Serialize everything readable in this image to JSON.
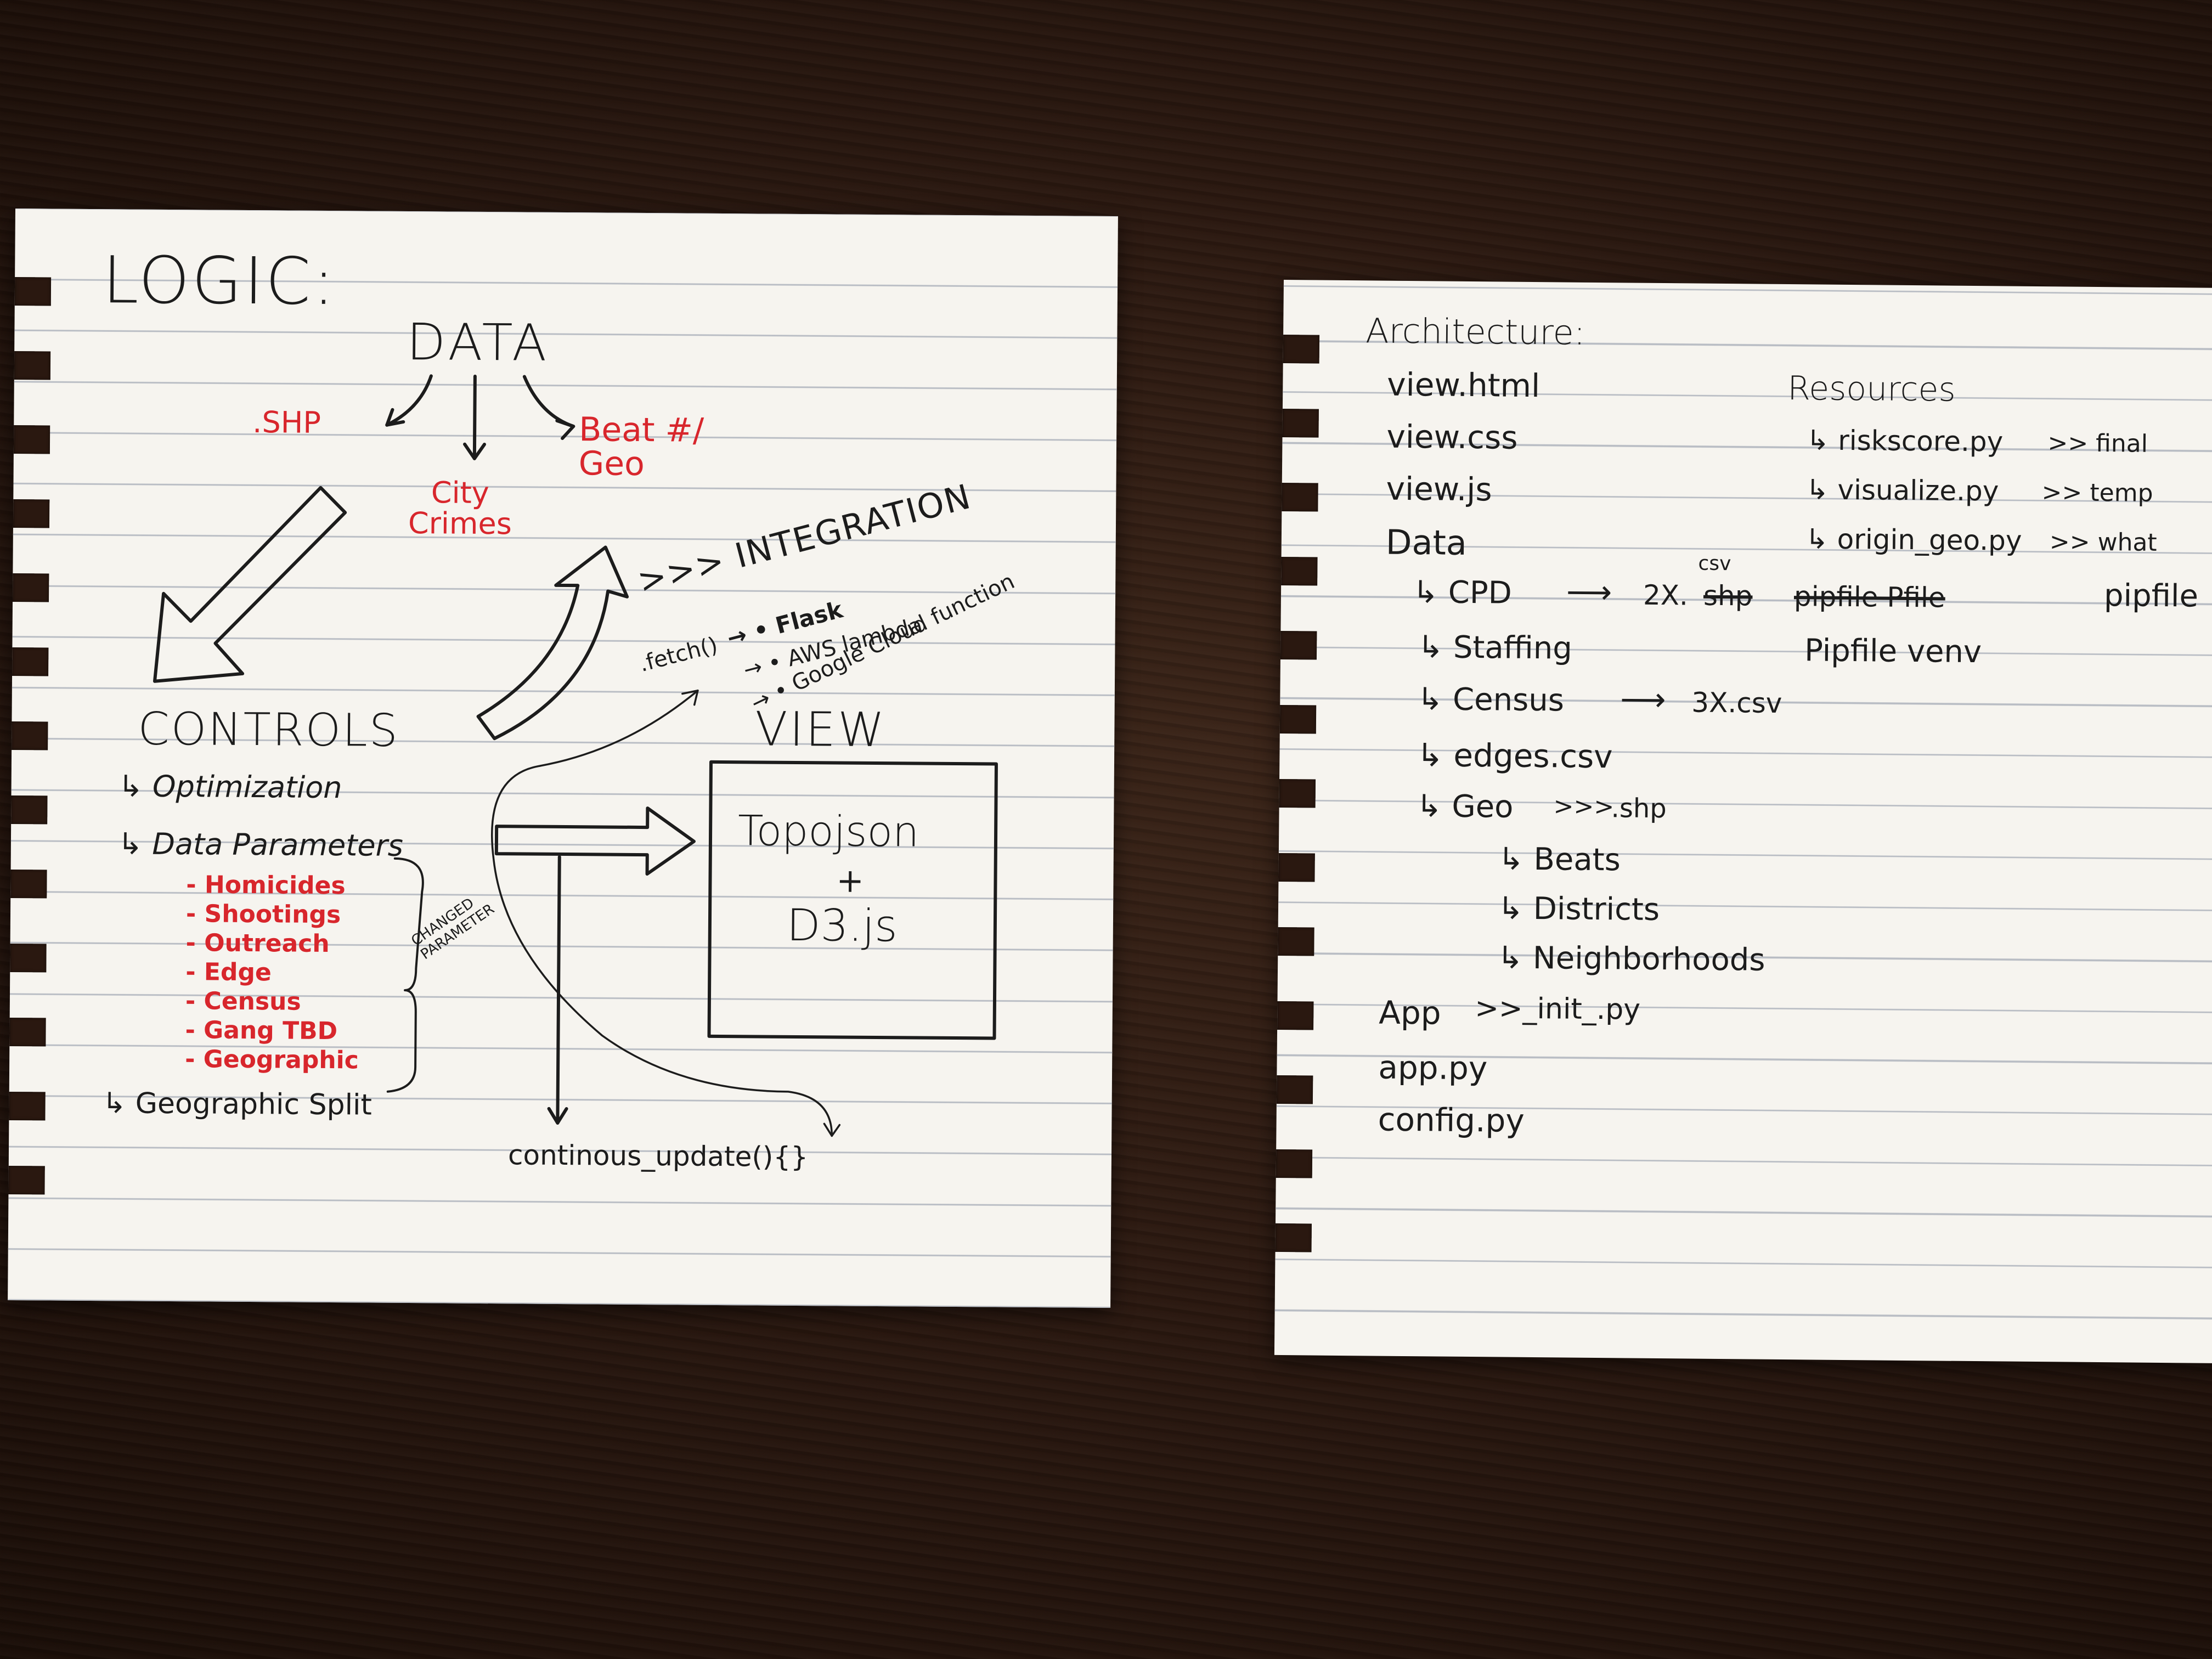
{
  "left_page": {
    "title": "LOGIC:",
    "data_node": "DATA",
    "data_sources": [
      ".SHP",
      "City\nCrimes",
      "Beat #/\nGeo"
    ],
    "integration": {
      "label": ">>> INTEGRATION",
      "fetch": ".fetch()",
      "options": [
        "→ • Flask",
        "→ • AWS lambda",
        "→ • Google Cloud function"
      ]
    },
    "controls": {
      "label": "CONTROLS",
      "items": [
        "↳ Optimization",
        "↳ Data Parameters",
        "↳ Geographic Split"
      ],
      "parameters": [
        "- Homicides",
        "- Shootings",
        "- Outreach",
        "- Edge",
        "- Census",
        "- Gang TBD",
        "- Geographic"
      ],
      "bracket_note": "CHANGED\nPARAMETER"
    },
    "view": {
      "label": "VIEW",
      "box_line1": "Topojson",
      "box_line2": "+",
      "box_line3": "D3.js"
    },
    "update": "continous_update(){}"
  },
  "right_page": {
    "title": "Architecture:",
    "files": [
      "view.html",
      "view.css",
      "view.js",
      "Data"
    ],
    "data_children": [
      {
        "label": "↳ CPD",
        "arrow": "⟶",
        "target": "2X.",
        "crossed": "shp",
        "above": "csv",
        "crossed2": "pipfile Pfile",
        "tail": "pipfile"
      },
      {
        "label": "↳ Staffing"
      },
      {
        "label": "↳ Census",
        "arrow": "⟶",
        "target": "3X.csv"
      },
      {
        "label": "↳ edges.csv"
      },
      {
        "label": "↳ Geo",
        "arrow": ">>>",
        "target": ".shp"
      }
    ],
    "geo_children": [
      "↳ Beats",
      "↳ Districts",
      "↳ Neighborhoods"
    ],
    "app": {
      "label": "App",
      "init": ">>_init_.py"
    },
    "app_files": [
      "app.py",
      "config.py"
    ],
    "resources": {
      "label": "Resources",
      "items": [
        {
          "file": "↳ riskscore.py",
          "note": ">> final"
        },
        {
          "file": "↳ visualize.py",
          "note": ">> temp"
        },
        {
          "file": "↳ origin_geo.py",
          "note": ">> what"
        }
      ],
      "pipfile": "Pipfile venv"
    }
  },
  "colors": {
    "ink": "#1c1c1c",
    "red_ink": "#d8262c",
    "paper": "#f6f4ef",
    "table": "#2a1810",
    "rule_line": "#b9bdc4"
  }
}
